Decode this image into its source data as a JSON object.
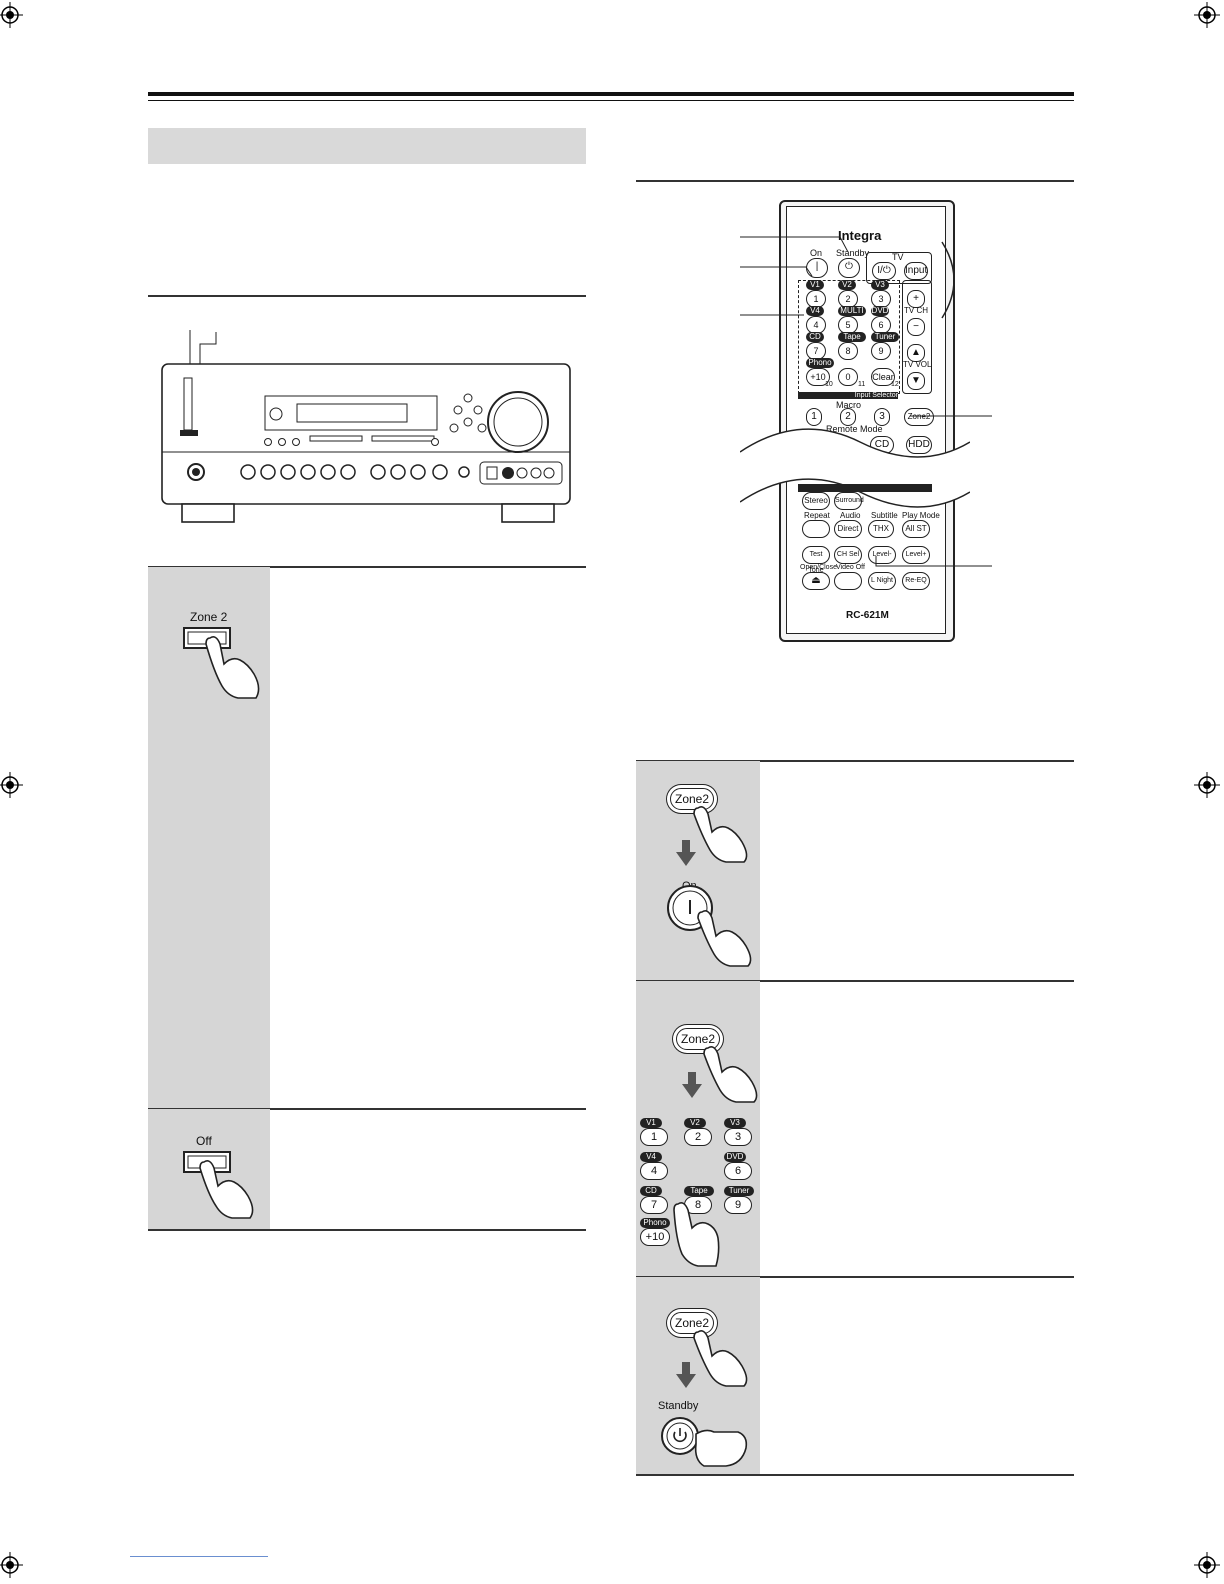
{
  "remote": {
    "brand": "Integra",
    "model": "RC-621M",
    "labels": {
      "on": "On",
      "standby": "Standby",
      "tv": "TV",
      "tv_power": "I/⏻",
      "input": "Input",
      "tv_ch": "TV CH",
      "tv_vol": "TV VOL",
      "macro": "Macro",
      "remote_mode": "Remote Mode",
      "zone2": "Zone2",
      "cd": "CD",
      "hdd": "HDD",
      "clear": "Clear",
      "input_selector": "Input Selector",
      "stereo": "Stereo",
      "surround": "Surround",
      "repeat": "Repeat",
      "audio": "Audio",
      "subtitle": "Subtitle",
      "play_mode": "Play Mode",
      "direct": "Direct",
      "thx": "THX",
      "all_st": "All ST",
      "test_tone": "Test Tone",
      "ch_sel": "CH Sel",
      "level_minus": "Level-",
      "level_plus": "Level+",
      "open_close": "Open/Close",
      "video_off": "Video Off",
      "l_night": "L Night",
      "re_eq": "Re-EQ"
    },
    "keypad": [
      {
        "tag": "V1",
        "key": "1"
      },
      {
        "tag": "V2",
        "key": "2"
      },
      {
        "tag": "V3",
        "key": "3"
      },
      {
        "tag": "V4",
        "key": "4"
      },
      {
        "tag": "MULTI CH",
        "key": "5"
      },
      {
        "tag": "DVD",
        "key": "6"
      },
      {
        "tag": "CD",
        "key": "7"
      },
      {
        "tag": "Tape",
        "key": "8"
      },
      {
        "tag": "Tuner",
        "key": "9"
      },
      {
        "tag": "Phono",
        "key": "+10"
      },
      {
        "tag": "",
        "key": "0"
      },
      {
        "tag": "",
        "key": "Clear"
      }
    ],
    "sub_numbers": [
      "10",
      "11",
      "12"
    ],
    "macro_keys": [
      "1",
      "2",
      "3"
    ]
  },
  "steps_left": {
    "zone2_label": "Zone 2",
    "off_label": "Off"
  },
  "steps_right": {
    "zone2_label": "Zone2",
    "on_label": "On",
    "standby_label": "Standby",
    "keypad": [
      {
        "tag": "V1",
        "key": "1"
      },
      {
        "tag": "V2",
        "key": "2"
      },
      {
        "tag": "V3",
        "key": "3"
      },
      {
        "tag": "V4",
        "key": "4"
      },
      {
        "tag": "",
        "key": ""
      },
      {
        "tag": "DVD",
        "key": "6"
      },
      {
        "tag": "CD",
        "key": "7"
      },
      {
        "tag": "Tape",
        "key": "8"
      },
      {
        "tag": "Tuner",
        "key": "9"
      },
      {
        "tag": "Phono",
        "key": "+10"
      }
    ]
  },
  "colors": {
    "step_background": "#d6d6d6",
    "section_bar": "#d9d9d9",
    "ink": "#111111"
  }
}
